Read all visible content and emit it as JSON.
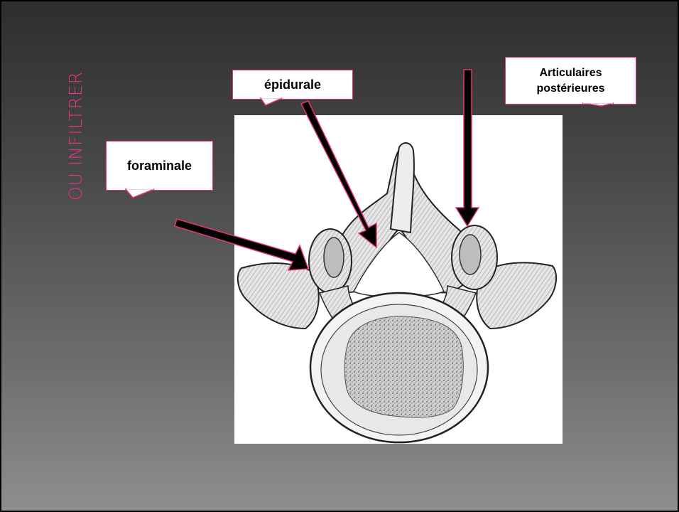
{
  "slide": {
    "title": "OU INFILTRER",
    "title_color": "#e4337f",
    "accent_color": "#e4337f",
    "background": "dark-to-light gray gradient"
  },
  "callouts": {
    "foraminale": "foraminale",
    "epidurale": "épidurale",
    "articulaires_line1": "Articulaires",
    "articulaires_line2": "postérieures"
  },
  "figure": {
    "subject": "lumbar vertebra, superior view (engraving)",
    "arrows": 3,
    "arrow_color": "#000000",
    "arrow_outline": "#e4337f"
  }
}
